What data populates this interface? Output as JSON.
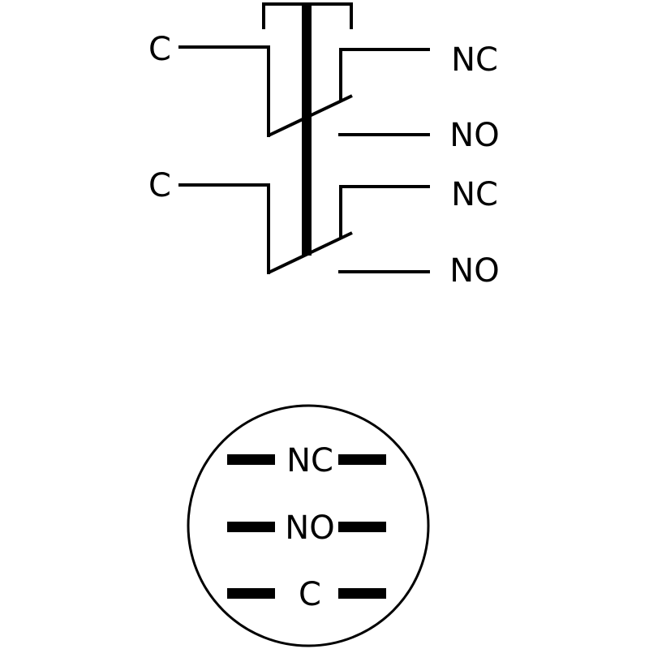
{
  "schematic": {
    "upper_pole": {
      "common_label": "C",
      "nc_label": "NC",
      "no_label": "NO"
    },
    "lower_pole": {
      "common_label": "C",
      "nc_label": "NC",
      "no_label": "NO"
    }
  },
  "pinout": {
    "rows": [
      {
        "label": "NC"
      },
      {
        "label": "NO"
      },
      {
        "label": "C"
      }
    ]
  },
  "colors": {
    "ink": "#000000",
    "background": "#ffffff"
  }
}
